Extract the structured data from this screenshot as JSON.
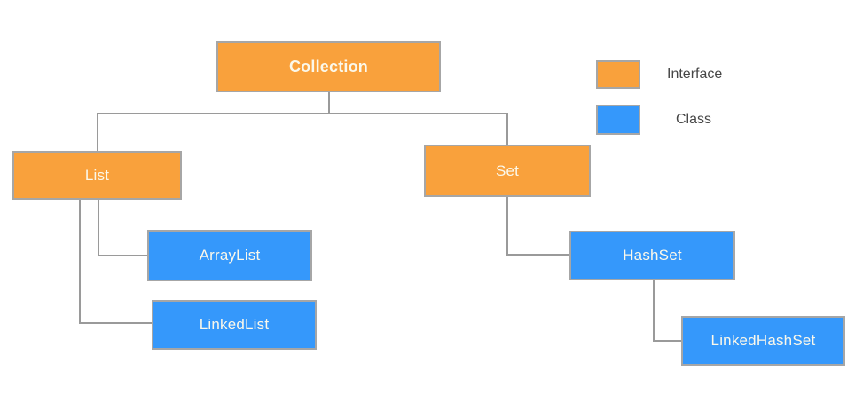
{
  "diagram": {
    "nodes": {
      "collection": {
        "label": "Collection",
        "type": "interface"
      },
      "list": {
        "label": "List",
        "type": "interface"
      },
      "set": {
        "label": "Set",
        "type": "interface"
      },
      "arraylist": {
        "label": "ArrayList",
        "type": "class"
      },
      "linkedlist": {
        "label": "LinkedList",
        "type": "class"
      },
      "hashset": {
        "label": "HashSet",
        "type": "class"
      },
      "linkedhashset": {
        "label": "LinkedHashSet",
        "type": "class"
      }
    },
    "edges": [
      {
        "parent": "Collection",
        "child": "List"
      },
      {
        "parent": "Collection",
        "child": "Set"
      },
      {
        "parent": "List",
        "child": "ArrayList"
      },
      {
        "parent": "List",
        "child": "LinkedList"
      },
      {
        "parent": "Set",
        "child": "HashSet"
      },
      {
        "parent": "HashSet",
        "child": "LinkedHashSet"
      }
    ],
    "legend": {
      "interface_label": "Interface",
      "class_label": "Class"
    },
    "colors": {
      "interface_fill": "#f9a13c",
      "class_fill": "#3598fb",
      "border": "#a6a6a6",
      "connector": "#9a9a9a",
      "box_text": "#fbf8ea",
      "legend_text": "#464646"
    }
  }
}
